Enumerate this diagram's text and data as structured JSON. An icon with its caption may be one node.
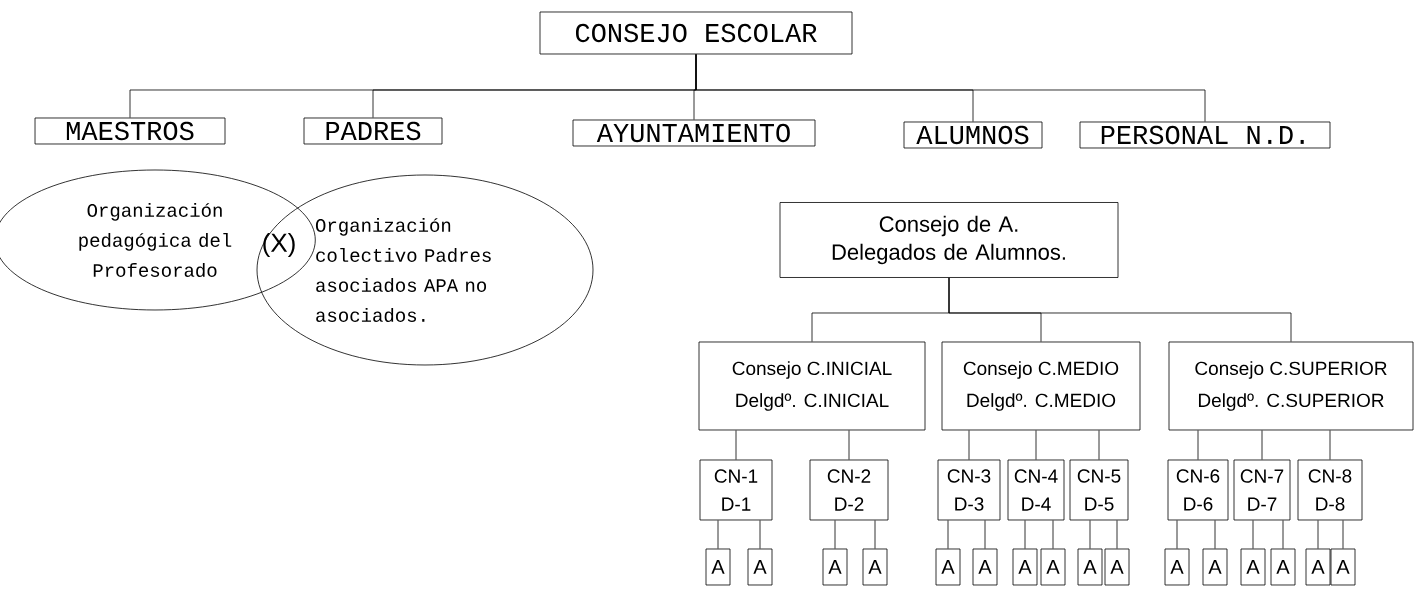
{
  "diagram": {
    "nodes": [
      {
        "text": [
          "CONSEJO ESCOLAR"
        ]
      },
      {
        "text": [
          "MAESTROS"
        ]
      },
      {
        "text": [
          "PADRES"
        ]
      },
      {
        "text": [
          "AYUNTAMIENTO"
        ]
      },
      {
        "text": [
          "ALUMNOS"
        ]
      },
      {
        "text": [
          "PERSONAL N.D."
        ]
      },
      {
        "text": [
          "Organización pedagógica del Profesorado"
        ]
      },
      {
        "text": [
          "Organización colectivo Padres asociados APA no asociados."
        ]
      },
      {
        "text": [
          "Consejo de A. Delegados de Alumnos."
        ]
      },
      {
        "text": [
          "Consejo C.INICIAL",
          "Delgdº. C.INICIAL"
        ]
      },
      {
        "text": [
          "Consejo C.MEDIO",
          "Delgdº. C.MEDIO"
        ]
      },
      {
        "text": [
          "Consejo C.SUPERIOR",
          "Delgdº. C.SUPERIOR"
        ]
      },
      {
        "text": [
          "CN-1 D-1"
        ]
      },
      {
        "text": [
          "CN-2 D-2"
        ]
      },
      {
        "text": [
          "CN-3 D-3"
        ]
      },
      {
        "text": [
          "CN-4 D-4"
        ]
      },
      {
        "text": [
          "CN-5 D-5"
        ]
      },
      {
        "text": [
          "CN-6 D-6"
        ]
      },
      {
        "text": [
          "CN-7 D-7"
        ]
      },
      {
        "text": [
          "CN-8 D-8"
        ]
      },
      {
        "text": [
          "A"
        ]
      },
      {
        "text": [
          "A"
        ]
      },
      {
        "text": [
          "A"
        ]
      },
      {
        "text": [
          "A"
        ]
      },
      {
        "text": [
          "A"
        ]
      },
      {
        "text": [
          "A"
        ]
      },
      {
        "text": [
          "A"
        ]
      },
      {
        "text": [
          "A"
        ]
      },
      {
        "text": [
          "A"
        ]
      },
      {
        "text": [
          "A"
        ]
      },
      {
        "text": [
          "A"
        ]
      },
      {
        "text": [
          "A"
        ]
      },
      {
        "text": [
          "A"
        ]
      },
      {
        "text": [
          "A"
        ]
      },
      {
        "text": [
          "A"
        ]
      },
      {
        "text": [
          "A"
        ]
      }
    ],
    "edges": [
      {
        "from": 0,
        "to": 1,
        "arrow": "none"
      },
      {
        "from": 0,
        "to": 2,
        "arrow": "none"
      },
      {
        "from": 0,
        "to": 3,
        "arrow": "none"
      },
      {
        "from": 0,
        "to": 4,
        "arrow": "none"
      },
      {
        "from": 0,
        "to": 5,
        "arrow": "none"
      },
      {
        "from": 8,
        "to": 9,
        "arrow": "none"
      },
      {
        "from": 8,
        "to": 10,
        "arrow": "none"
      },
      {
        "from": 8,
        "to": 11,
        "arrow": "none"
      },
      {
        "from": 9,
        "to": 12,
        "arrow": "none"
      },
      {
        "from": 9,
        "to": 13,
        "arrow": "none"
      },
      {
        "from": 10,
        "to": 14,
        "arrow": "none"
      },
      {
        "from": 10,
        "to": 15,
        "arrow": "none"
      },
      {
        "from": 10,
        "to": 16,
        "arrow": "none"
      },
      {
        "from": 11,
        "to": 17,
        "arrow": "none"
      },
      {
        "from": 11,
        "to": 18,
        "arrow": "none"
      },
      {
        "from": 11,
        "to": 19,
        "arrow": "none"
      },
      {
        "from": 12,
        "to": 20,
        "arrow": "none"
      },
      {
        "from": 12,
        "to": 21,
        "arrow": "none"
      },
      {
        "from": 13,
        "to": 22,
        "arrow": "none"
      },
      {
        "from": 13,
        "to": 23,
        "arrow": "none"
      },
      {
        "from": 14,
        "to": 24,
        "arrow": "none"
      },
      {
        "from": 14,
        "to": 25,
        "arrow": "none"
      },
      {
        "from": 15,
        "to": 26,
        "arrow": "none"
      },
      {
        "from": 15,
        "to": 27,
        "arrow": "none"
      },
      {
        "from": 16,
        "to": 28,
        "arrow": "none"
      },
      {
        "from": 16,
        "to": 29,
        "arrow": "none"
      },
      {
        "from": 17,
        "to": 30,
        "arrow": "none"
      },
      {
        "from": 17,
        "to": 31,
        "arrow": "none"
      },
      {
        "from": 18,
        "to": 32,
        "arrow": "none"
      },
      {
        "from": 18,
        "to": 33,
        "arrow": "none"
      },
      {
        "from": 19,
        "to": 34,
        "arrow": "none"
      },
      {
        "from": 19,
        "to": 35,
        "arrow": "none"
      }
    ],
    "labels": [
      "(X)"
    ]
  }
}
